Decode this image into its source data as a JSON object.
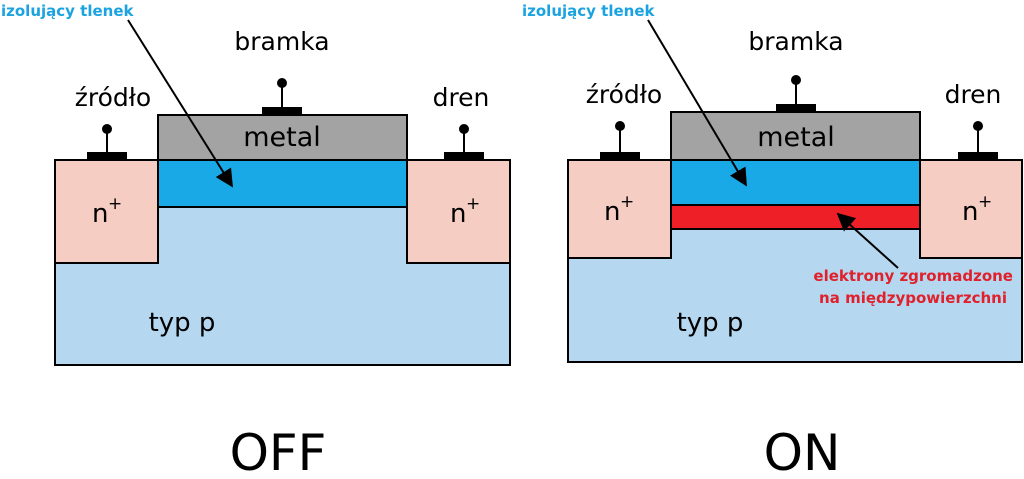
{
  "colors": {
    "substrate": "#b5d7f0",
    "n_region": "#f5cdc3",
    "oxide": "#19a9e6",
    "metal": "#a3a3a3",
    "electron_layer": "#ee1f27",
    "oxide_label": "#1aa3e0",
    "electron_label": "#e0202a",
    "outline": "#000000"
  },
  "panels": {
    "off": {
      "oxide_label": "izolujący tlenek",
      "gate_label": "bramka",
      "source_label": "źródło",
      "drain_label": "dren",
      "metal_label": "metal",
      "n_source_label": "n",
      "n_drain_label": "n",
      "superscript": "+",
      "substrate_label": "typ p",
      "state_label": "OFF"
    },
    "on": {
      "oxide_label": "izolujący tlenek",
      "gate_label": "bramka",
      "source_label": "źródło",
      "drain_label": "dren",
      "metal_label": "metal",
      "n_source_label": "n",
      "n_drain_label": "n",
      "superscript": "+",
      "substrate_label": "typ p",
      "electrons_line1": "elektrony zgromadzone",
      "electrons_line2": "na międzypowierzchni",
      "state_label": "ON"
    }
  }
}
